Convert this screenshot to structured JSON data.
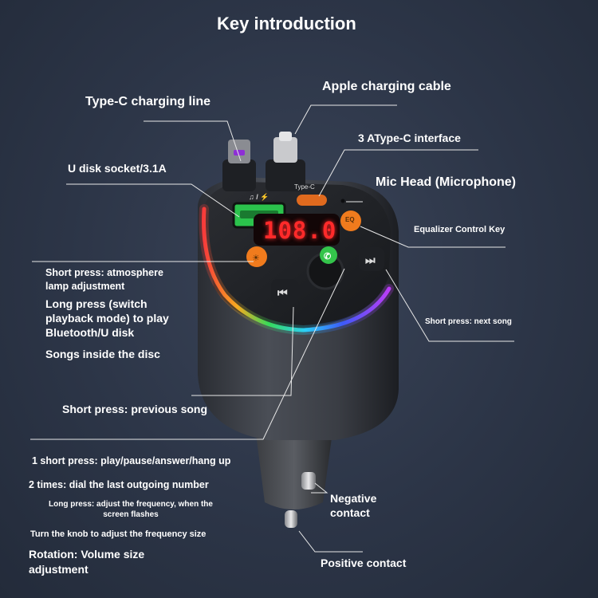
{
  "title": "Key introduction",
  "device": {
    "display": "108.0",
    "port_label": "Type-C",
    "usb_label": "♫ / ⚡",
    "eq_label": "EQ"
  },
  "labels": {
    "type_c_line": "Type-C charging line",
    "apple_cable": "Apple charging cable",
    "type_c_interface": "3 AType-C interface",
    "u_disk": "U disk socket/3.1A",
    "mic": "Mic Head (Microphone)",
    "eq_key": "Equalizer Control Key",
    "atmo_1": "Short press: atmosphere",
    "atmo_2": "lamp adjustment",
    "long_1": "Long press (switch",
    "long_2": "playback mode) to play",
    "long_3": "Bluetooth/U disk",
    "songs": "Songs inside the disc",
    "next": "Short press: next song",
    "prev": "Short press: previous song",
    "play": "1 short press: play/pause/answer/hang up",
    "dial": "2 times: dial the last outgoing number",
    "freq_1": "Long press: adjust the frequency, when the",
    "freq_2": "screen flashes",
    "knob": "Turn the knob to adjust the frequency size",
    "vol_1": "Rotation: Volume size",
    "vol_2": "adjustment",
    "neg_1": "Negative",
    "neg_2": "contact",
    "pos": "Positive contact"
  },
  "colors": {
    "background": "#2c3547",
    "display_red": "#ff2a2a",
    "key_orange": "#f07b1d",
    "usb_green": "#3bd15a",
    "text": "#ffffff"
  }
}
